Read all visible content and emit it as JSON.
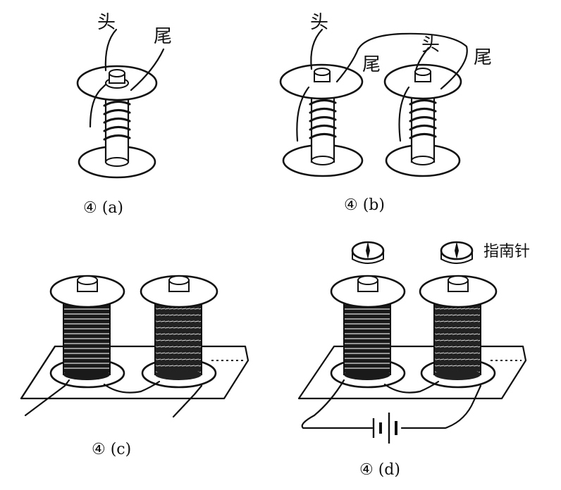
{
  "colors": {
    "ink": "#111111",
    "paper": "#ffffff"
  },
  "panel_a": {
    "label_head": "头",
    "label_tail": "尾",
    "caption": "④ (a)"
  },
  "panel_b": {
    "label_head_left": "头",
    "label_tail_left": "尾",
    "label_head_right": "头",
    "label_tail_right": "尾",
    "caption": "④ (b)"
  },
  "panel_c": {
    "caption": "④ (c)"
  },
  "panel_d": {
    "compass_label": "指南针",
    "caption": "④ (d)"
  }
}
